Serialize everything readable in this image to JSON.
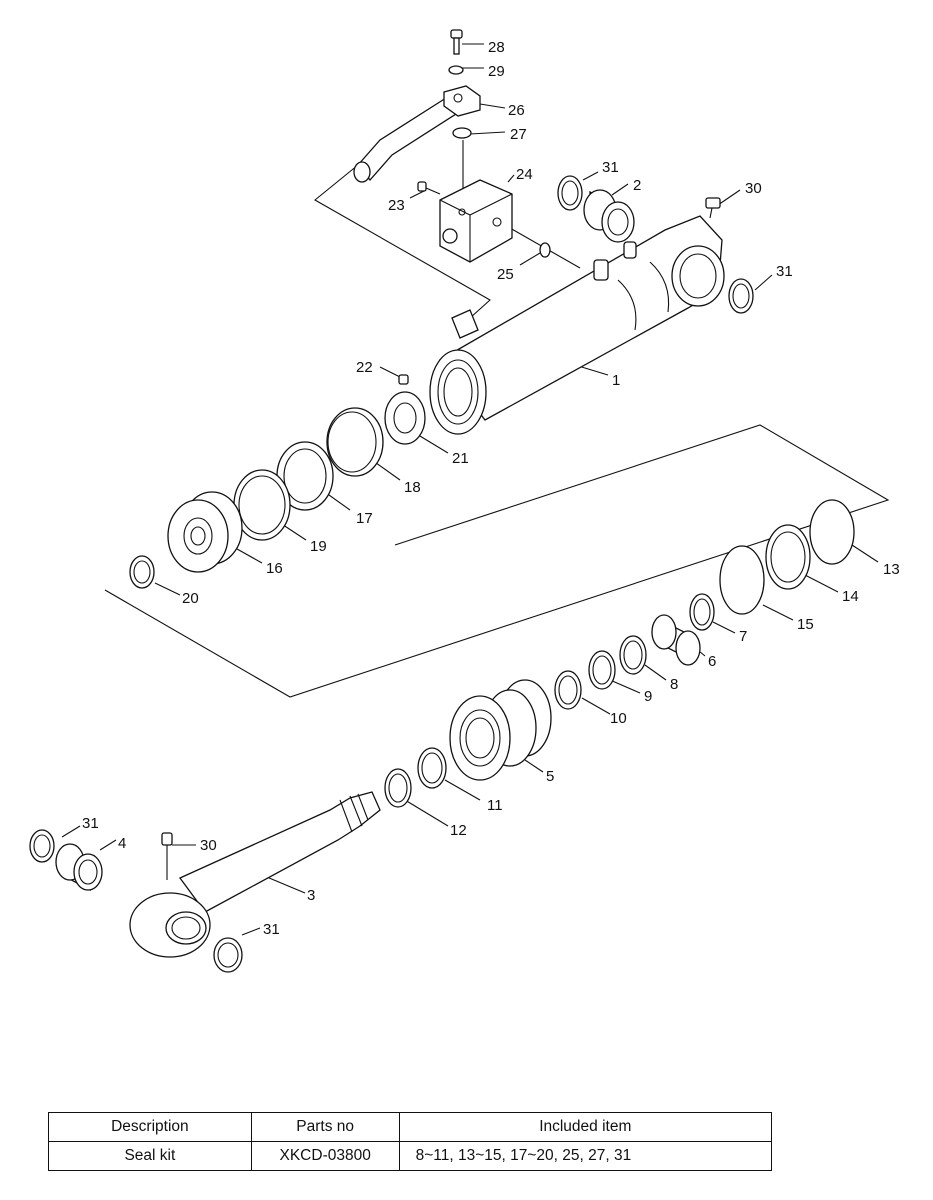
{
  "callouts": [
    "28",
    "29",
    "26",
    "27",
    "24",
    "23",
    "25",
    "31",
    "2",
    "30",
    "31",
    "1",
    "22",
    "21",
    "18",
    "17",
    "19",
    "16",
    "20",
    "13",
    "14",
    "15",
    "7",
    "6",
    "8",
    "9",
    "10",
    "5",
    "11",
    "12",
    "31",
    "4",
    "30",
    "3",
    "31"
  ],
  "table": {
    "headers": [
      "Description",
      "Parts no",
      "Included item"
    ],
    "rows": [
      [
        "Seal kit",
        "XKCD-03800",
        "8~11, 13~15, 17~20, 25, 27, 31"
      ]
    ]
  }
}
